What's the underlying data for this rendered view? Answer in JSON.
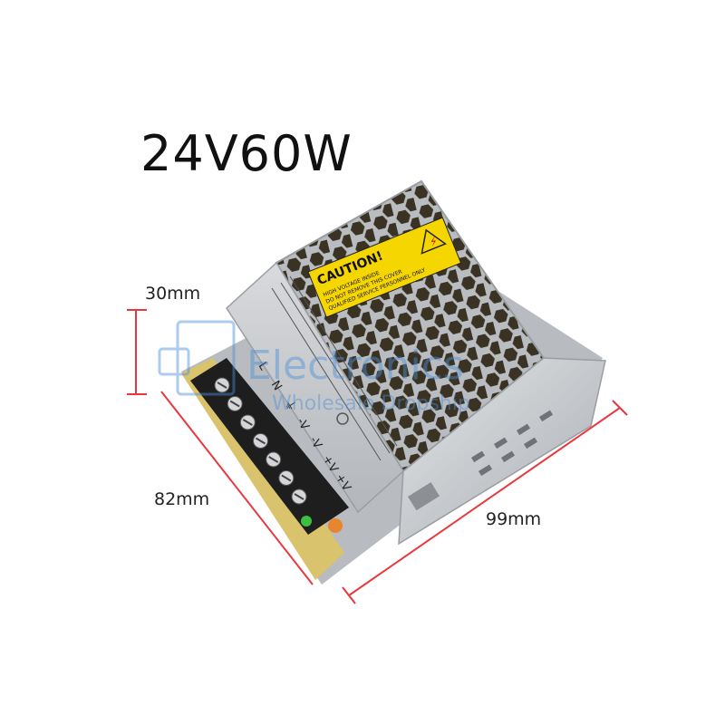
{
  "title": "24V60W",
  "dimensions": {
    "height": "30mm",
    "depth": "82mm",
    "width": "99mm"
  },
  "caution_label": {
    "heading": "CAUTION!",
    "line1": "HIGH VOLTAGE INSIDE",
    "line2": "DO NOT REMOVE THIS COVER",
    "line3": "QUALIFIED SERVICE PERSONNEL ONLY"
  },
  "terminals": [
    "L",
    "N",
    "⏚",
    "-V",
    "-V",
    "+V",
    "+V"
  ],
  "watermark": {
    "brand": "Electronics",
    "tagline": "Wholesale Dropship"
  },
  "colors": {
    "dimension_line": "#e8383d",
    "caution_yellow": "#f6d600",
    "metal": "#c9ccd0",
    "terminal_block": "#1e1e1e"
  }
}
